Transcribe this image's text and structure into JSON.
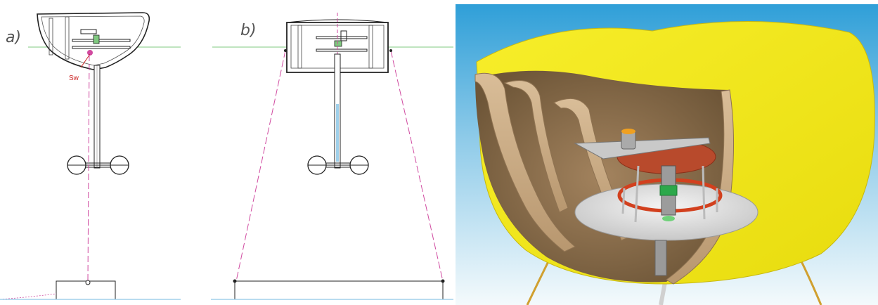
{
  "panels": {
    "a": {
      "label": "a)",
      "annotation": "Sw"
    },
    "b": {
      "label": "b)"
    }
  },
  "colors": {
    "ground_line": "#7fc97f",
    "floor_line": "#8fc7e8",
    "laser_line": "#d04aa0",
    "cable": "#d0a030",
    "hood_yellow": "#f3ea1a",
    "hood_wood": "#c9ab85",
    "sky_top": "#3aa6dc",
    "sky_bottom": "#eef7fb",
    "copper_disc": "#b84a2c",
    "annotation_red": "#cc2222"
  }
}
